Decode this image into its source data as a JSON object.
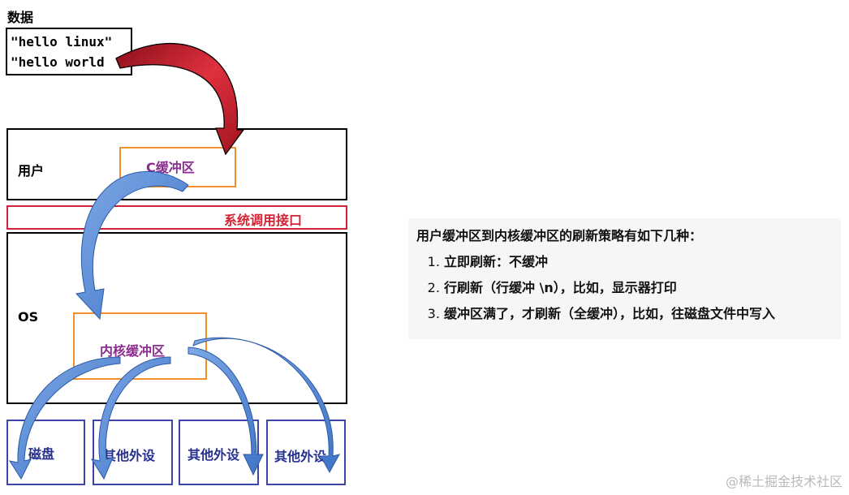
{
  "data_label": "数据",
  "data_lines": [
    "\"hello linux\"",
    "\"hello world"
  ],
  "user_label": "用户",
  "c_buffer": "C缓冲区",
  "syscall": "系统调用接口",
  "os_label": "OS",
  "kernel_buffer": "内核缓冲区",
  "devices": [
    "磁盘",
    "其他外设",
    "其他外设",
    "其他外设"
  ],
  "notes": {
    "title": "用户缓冲区到内核缓冲区的刷新策略有如下几种：",
    "items": [
      "立即刷新：不缓冲",
      "行刷新（行缓冲 \\n），比如，显示器打印",
      "缓冲区满了，才刷新（全缓冲），比如，往磁盘文件中写入"
    ]
  },
  "watermark": "@稀土掘金技术社区",
  "colors": {
    "red_arrow": "#c8202e",
    "blue_arrow": "#5b8fd8",
    "orange_box": "#f0902a",
    "syscall_border": "#d32233",
    "device_border": "#3d45a8"
  }
}
